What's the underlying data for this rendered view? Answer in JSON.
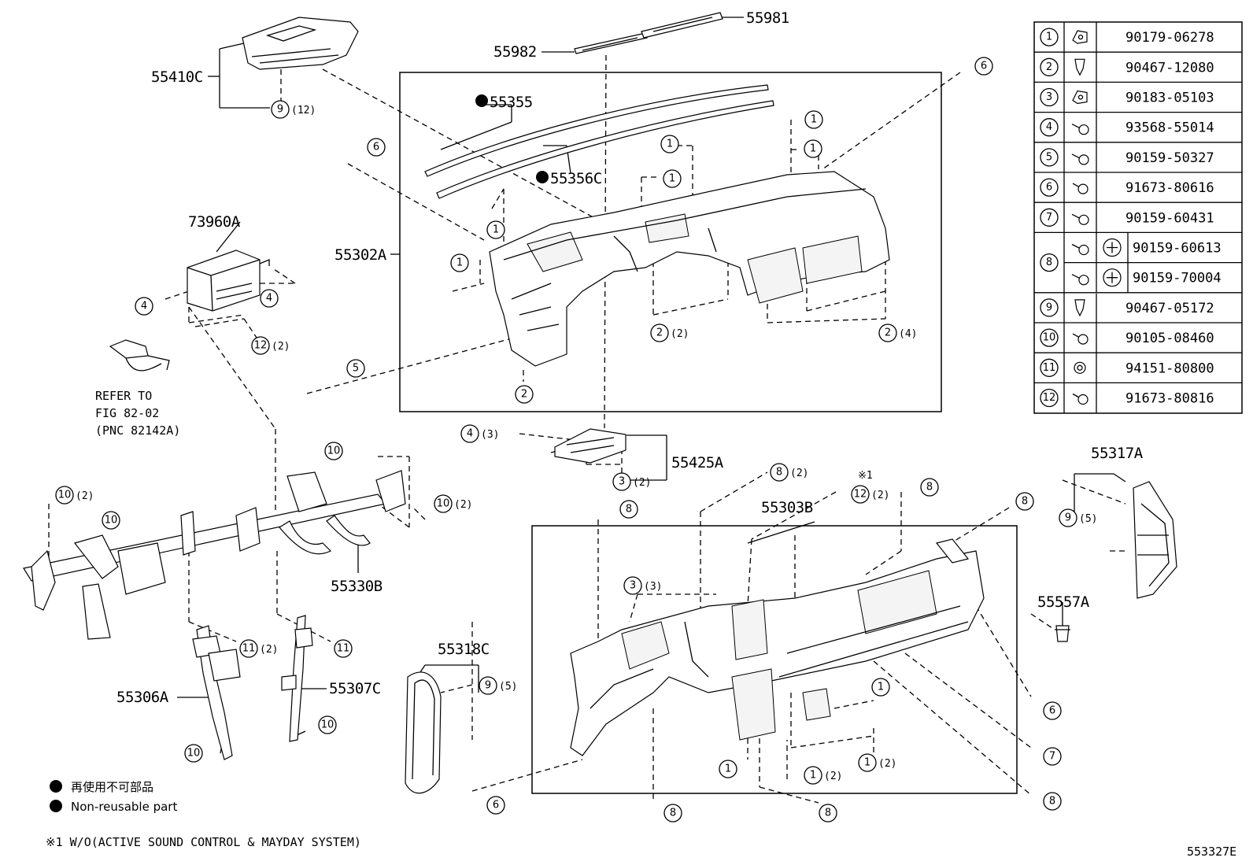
{
  "part_labels": {
    "p55981": "55981",
    "p55982": "55982",
    "p55410C": "55410C",
    "p55355": "55355",
    "p55356C": "55356C",
    "p55302A": "55302A",
    "p73960A": "73960A",
    "p55425A": "55425A",
    "p55330B": "55330B",
    "p55306A": "55306A",
    "p55307C": "55307C",
    "p55318C": "55318C",
    "p55303B": "55303B",
    "p55317A": "55317A",
    "p55557A": "55557A"
  },
  "refer": {
    "line1": "REFER TO",
    "line2": "FIG 82-02",
    "line3": "(PNC 82142A)"
  },
  "legend": {
    "jp": "再使用不可部品",
    "en": "Non-reusable part",
    "note": "※1 W/O(ACTIVE SOUND CONTROL & MAYDAY SYSTEM)",
    "mark": "※1",
    "figure_id": "553327E"
  },
  "callouts": {
    "c1": "1",
    "c2": "2",
    "c3": "3",
    "c4": "4",
    "c5": "5",
    "c6": "6",
    "c7": "7",
    "c8": "8",
    "c9": "9",
    "c10": "10",
    "c11": "11",
    "c12": "12",
    "q2": "(2)",
    "q3": "(3)",
    "q4": "(4)",
    "q5": "(5)",
    "q12": "(12)"
  },
  "fastener_table": [
    {
      "index": "1",
      "part_number": "90179-06278",
      "icon": "clip-nut-icon"
    },
    {
      "index": "2",
      "part_number": "90467-12080",
      "icon": "clip-icon"
    },
    {
      "index": "3",
      "part_number": "90183-05103",
      "icon": "clip-nut-icon"
    },
    {
      "index": "4",
      "part_number": "93568-55014",
      "icon": "screw-icon"
    },
    {
      "index": "5",
      "part_number": "90159-50327",
      "icon": "screw-icon"
    },
    {
      "index": "6",
      "part_number": "91673-80616",
      "icon": "bolt-icon"
    },
    {
      "index": "7",
      "part_number": "90159-60431",
      "icon": "screw-icon"
    },
    {
      "index": "8",
      "part_number": "90159-60613",
      "icon": "screw-icon"
    },
    {
      "index": "",
      "part_number": "90159-70004",
      "icon": "screw-icon"
    },
    {
      "index": "9",
      "part_number": "90467-05172",
      "icon": "clip-icon"
    },
    {
      "index": "10",
      "part_number": "90105-08460",
      "icon": "bolt-icon"
    },
    {
      "index": "11",
      "part_number": "94151-80800",
      "icon": "nut-icon"
    },
    {
      "index": "12",
      "part_number": "91673-80816",
      "icon": "bolt-icon"
    }
  ]
}
